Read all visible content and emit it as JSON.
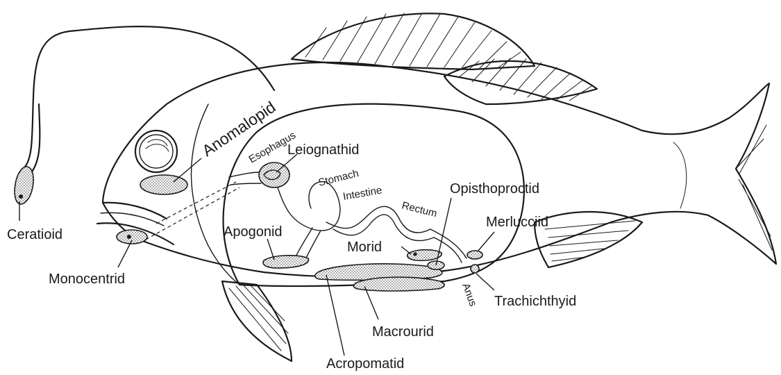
{
  "labels": {
    "ceratioid": "Ceratioid",
    "monocentrid": "Monocentrid",
    "anomalopid": "Anomalopid",
    "esophagus": "Esophagus",
    "leiognathid": "Leiognathid",
    "stomach": "Stomach",
    "intestine": "Intestine",
    "rectum": "Rectum",
    "opisthoproctid": "Opisthoproctid",
    "merlucciid": "Merlucciid",
    "apogonid": "Apogonid",
    "morid": "Morid",
    "anus": "Anus",
    "trachichthyid": "Trachichthyid",
    "macrourid": "Macrourid",
    "acropomatid": "Acropomatid"
  }
}
